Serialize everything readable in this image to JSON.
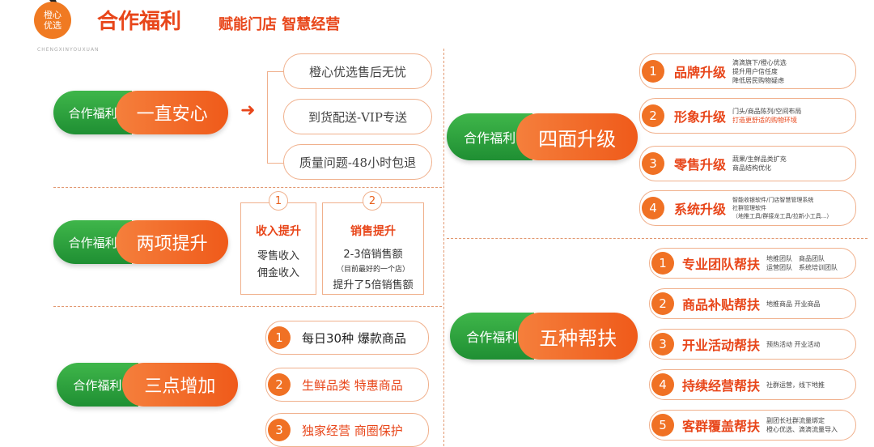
{
  "header": {
    "logo_line1": "橙心",
    "logo_line2": "优选",
    "brand_en": "CHENGXINYOUXUAN",
    "title": "合作福利",
    "subtitle": "赋能门店 智慧经营"
  },
  "pill_left": "合作福利",
  "s1": {
    "right": "一直安心",
    "items": [
      "橙心优选售后无忧",
      "到货配送-VIP专送",
      "质量问题-48小时包退"
    ]
  },
  "s2": {
    "right": "两项提升",
    "cards": [
      {
        "num": "1",
        "title": "收入提升",
        "lines": [
          "零售收入",
          "佣金收入"
        ]
      },
      {
        "num": "2",
        "title": "销售提升",
        "line1": "2-3倍销售额",
        "line2": "（目前最好的一个店）",
        "line3": "提升了5倍销售额"
      }
    ]
  },
  "s3": {
    "right": "三点增加",
    "items": [
      {
        "num": "1",
        "text": "每日30种 爆款商品"
      },
      {
        "num": "2",
        "text": "生鲜品类 特惠商品"
      },
      {
        "num": "3",
        "text": "独家经营 商圈保护"
      }
    ]
  },
  "s4": {
    "right": "四面升级",
    "items": [
      {
        "num": "1",
        "label": "品牌升级",
        "desc": [
          "滴滴旗下/橙心优选",
          "提升用户信任度",
          "降低居民购物疑虑"
        ]
      },
      {
        "num": "2",
        "label": "形象升级",
        "desc": [
          "门头/商品陈列/空间布局",
          "打造更舒适的购物环境"
        ]
      },
      {
        "num": "3",
        "label": "零售升级",
        "desc": [
          "蔬果/生鲜品类扩充",
          "商品结构优化"
        ]
      },
      {
        "num": "4",
        "label": "系统升级",
        "desc": [
          "智能收银软件/门店智慧管理系统",
          "社群管理软件",
          "（地推工具/群接龙工具/拉新小工具...）"
        ]
      }
    ]
  },
  "s5": {
    "right": "五种帮扶",
    "items": [
      {
        "num": "1",
        "label": "专业团队帮扶",
        "desc": [
          "地推团队　商品团队",
          "运营团队　系统培训团队"
        ]
      },
      {
        "num": "2",
        "label": "商品补贴帮扶",
        "desc": [
          "地推商品 开业商品"
        ]
      },
      {
        "num": "3",
        "label": "开业活动帮扶",
        "desc": [
          "预热活动 开业活动"
        ]
      },
      {
        "num": "4",
        "label": "持续经营帮扶",
        "desc": [
          "社群运营，线下地推"
        ]
      },
      {
        "num": "5",
        "label": "客群覆盖帮扶",
        "desc": [
          "副团长社群流量绑定",
          "橙心优选、滴滴流量导入"
        ]
      }
    ]
  },
  "colors": {
    "accent": "#e8461a",
    "green": "#2ea043",
    "orange": "#f07124"
  }
}
